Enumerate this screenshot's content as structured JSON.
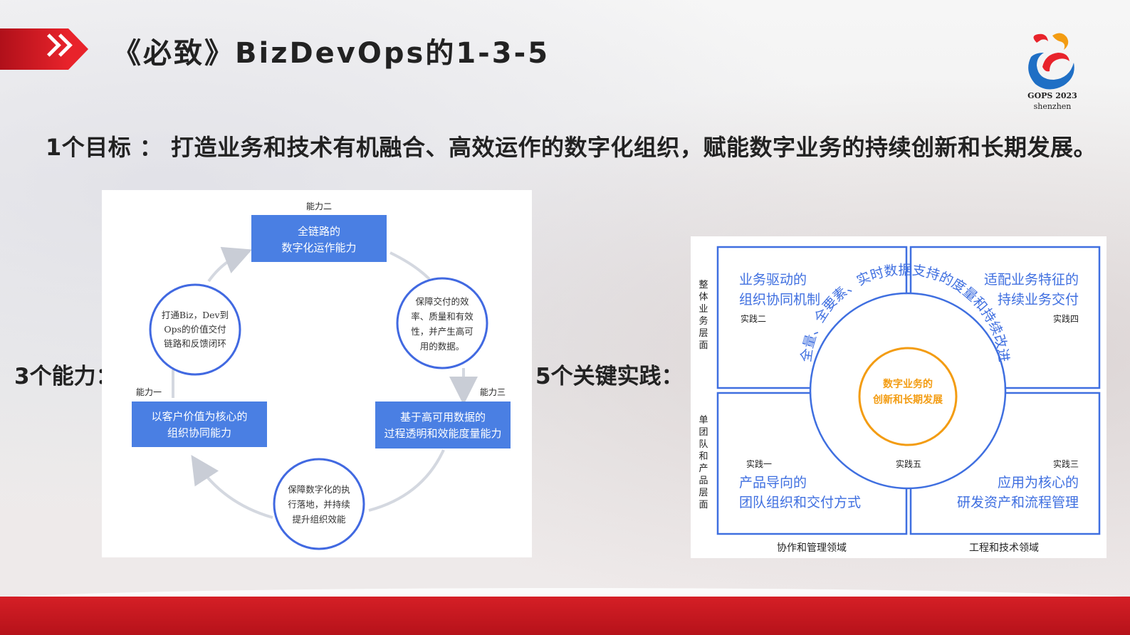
{
  "header": {
    "title": "《必致》BizDevOps的1-3-5"
  },
  "logo": {
    "line1": "GOPS 2023",
    "line2": "shenzhen"
  },
  "goal": {
    "text": "1个目标 ： 打造业务和技术有机融合、高效运作的数字化组织，赋能数字业务的持续创新和长期发展。"
  },
  "capabilities": {
    "heading": "3个能力：",
    "boxes": [
      {
        "tag": "能力一",
        "line1": "以客户价值为核心的",
        "line2": "组织协同能力"
      },
      {
        "tag": "能力二",
        "line1": "全链路的",
        "line2": "数字化运作能力"
      },
      {
        "tag": "能力三",
        "line1": "基于高可用数据的",
        "line2": "过程透明和效能度量能力"
      }
    ],
    "circles": [
      {
        "lines": [
          "打通Biz，Dev到",
          "Ops的价值交付",
          "链路和反馈闭环"
        ]
      },
      {
        "lines": [
          "保障交付的效",
          "率、质量和有效",
          "性，并产生高可",
          "用的数据。"
        ]
      },
      {
        "lines": [
          "保障数字化的执",
          "行落地，并持续",
          "提升组织效能"
        ]
      }
    ]
  },
  "practices": {
    "heading": "5个关键实践：",
    "quadrants": [
      {
        "tag": "实践二",
        "line1": "业务驱动的",
        "line2": "组织协同机制"
      },
      {
        "tag": "实践四",
        "line1": "适配业务特征的",
        "line2": "持续业务交付"
      },
      {
        "tag": "实践一",
        "line1": "产品导向的",
        "line2": "团队组织和交付方式"
      },
      {
        "tag": "实践三",
        "line1": "应用为核心的",
        "line2": "研发资产和流程管理"
      }
    ],
    "center_tag": "实践五",
    "ring_text": "全量、全要素、实时数据支持的度量和持续改进",
    "core_line1": "数字业务的",
    "core_line2": "创新和长期发展",
    "side_top": "整体业务层面",
    "side_bottom": "单团队和产品层面",
    "bottom_left": "协作和管理领域",
    "bottom_right": "工程和技术领域"
  },
  "colors": {
    "accent_blue": "#4b7bec",
    "box_blue": "#4a7fe3",
    "circle_stroke": "#4169e1",
    "orange": "#f39c12",
    "brand_red": "#e8232b"
  }
}
